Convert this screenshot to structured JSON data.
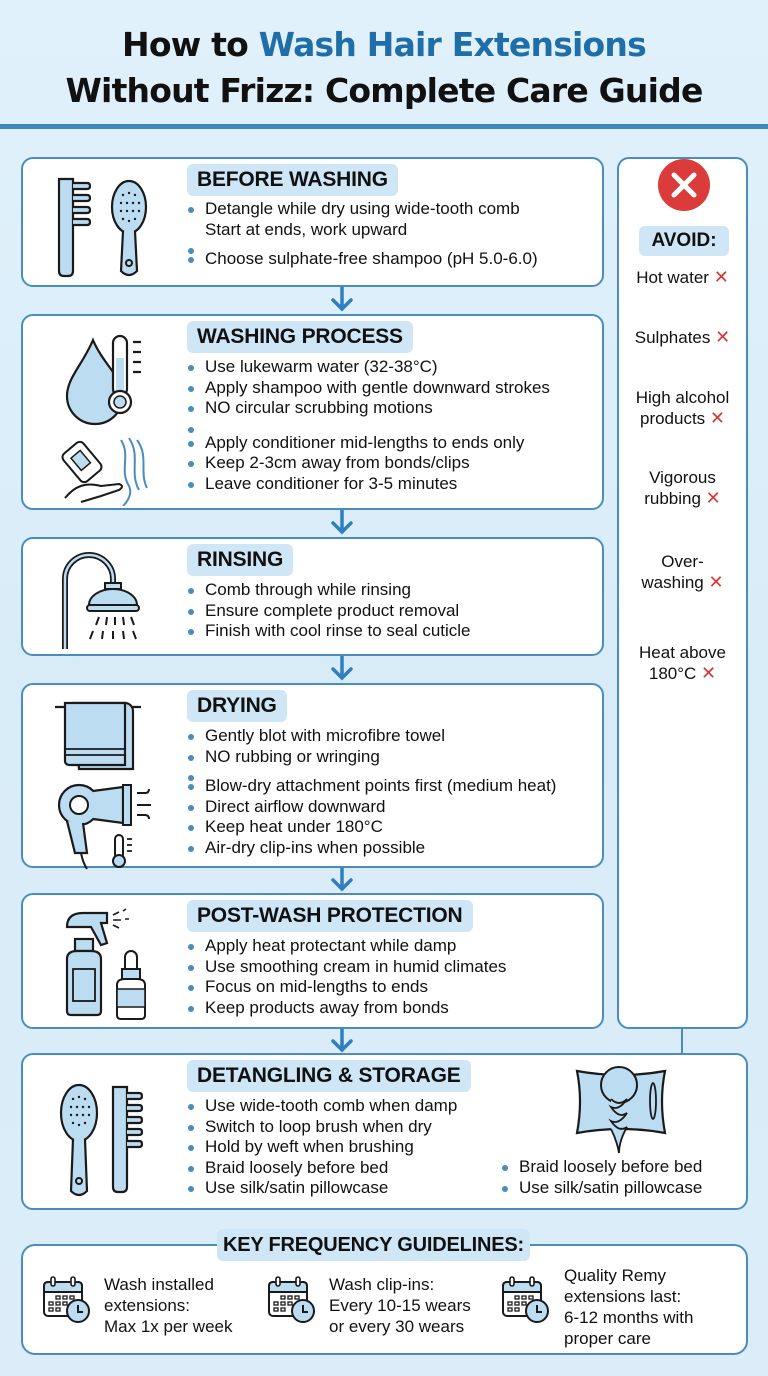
{
  "header": {
    "title_prefix": "How to ",
    "title_accent": "Wash Hair Extensions",
    "title_line2": "Without Frizz: Complete Care Guide"
  },
  "colors": {
    "accent": "#1f6ea8",
    "border": "#4a8dbd",
    "heading_bg": "#cfe6f6",
    "avoid_red": "#dc3b3b"
  },
  "sections": [
    {
      "heading": "BEFORE WASHING",
      "icons": [
        "wide-tooth-comb-icon",
        "paddle-brush-icon"
      ],
      "bullets": [
        "Detangle while dry using wide-tooth comb",
        "Start at ends, work upward",
        "Choose sulphate-free shampoo (pH 5.0-6.0)"
      ]
    },
    {
      "heading": "WASHING PROCESS",
      "icons": [
        "water-drop-thermometer-icon",
        "conditioner-hand-hair-icon"
      ],
      "bullets": [
        "Use lukewarm water (32-38°C)",
        "Apply  shampoo with gentle downward strokes",
        "NO circular scrubbing motions",
        "Apply conditioner mid-lengths to ends only",
        "Keep 2-3cm away from bonds/clips",
        "Leave conditioner for 3-5 minutes"
      ]
    },
    {
      "heading": "RINSING",
      "icons": [
        "shower-head-icon"
      ],
      "bullets": [
        "Comb through while rinsing",
        "Ensure complete product removal",
        "Finish with cool rinse to seal cuticle"
      ]
    },
    {
      "heading": "DRYING",
      "icons": [
        "towel-icon",
        "hair-dryer-icon",
        "thermometer-icon"
      ],
      "bullets": [
        "Gently blot with microfibre towel",
        "NO rubbing or wringing",
        "Blow-dry attachment points first (medium heat)",
        "Direct airflow downward",
        "Keep heat under 180°C",
        "Air-dry clip-ins when possible"
      ]
    },
    {
      "heading": "POST-WASH PROTECTION",
      "icons": [
        "spray-bottle-icon",
        "dropper-bottle-icon"
      ],
      "bullets": [
        "Apply heat protectant while damp",
        "Use smoothing cream in humid climates",
        "Focus on mid-lengths to ends",
        "Keep products away from bonds"
      ]
    },
    {
      "heading": "DETANGLING & STORAGE",
      "icons": [
        "paddle-brush-icon",
        "wide-tooth-comb-icon",
        "braid-pillow-icon"
      ],
      "bullets": [
        "Use wide-tooth comb when damp",
        "Switch to loop brush when dry",
        "Hold by weft when brushing",
        "Braid loosely before bed",
        "Use silk/satin pillowcase"
      ],
      "side_bullets": [
        "Braid loosely before bed",
        "Use silk/satin pillowcase"
      ]
    }
  ],
  "avoid": {
    "heading": "AVOID:",
    "items": [
      {
        "line1": "Hot water",
        "line2": ""
      },
      {
        "line1": "Sulphates",
        "line2": ""
      },
      {
        "line1": "High alcohol",
        "line2": "products"
      },
      {
        "line1": "Vigorous",
        "line2": "rubbing"
      },
      {
        "line1": "Over-",
        "line2": "washing"
      },
      {
        "line1": "Heat above",
        "line2": "180°C"
      }
    ],
    "mark": "✕"
  },
  "frequency": {
    "heading": "KEY FREQUENCY GUIDELINES:",
    "items": [
      {
        "line1": "Wash installed",
        "line2": "extensions:",
        "line3": "Max 1x per week",
        "line4": ""
      },
      {
        "line1": "Wash clip-ins:",
        "line2": "Every 10-15 wears",
        "line3": "or every 30 wears",
        "line4": ""
      },
      {
        "line1": "Quality Remy",
        "line2": "extensions last:",
        "line3": "6-12 months with",
        "line4": "proper care"
      }
    ]
  }
}
